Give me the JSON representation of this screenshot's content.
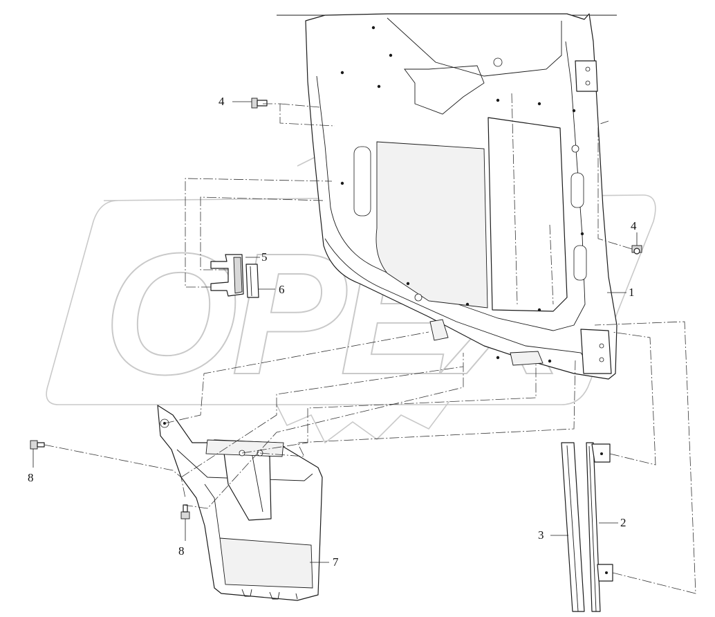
{
  "watermark": "OPEX",
  "callouts": [
    {
      "id": "c1",
      "label": "1"
    },
    {
      "id": "c2",
      "label": "2"
    },
    {
      "id": "c3",
      "label": "3"
    },
    {
      "id": "c4a",
      "label": "4"
    },
    {
      "id": "c4b",
      "label": "4"
    },
    {
      "id": "c5",
      "label": "5"
    },
    {
      "id": "c6",
      "label": "6"
    },
    {
      "id": "c7",
      "label": "7"
    },
    {
      "id": "c8a",
      "label": "8"
    },
    {
      "id": "c8b",
      "label": "8"
    }
  ]
}
